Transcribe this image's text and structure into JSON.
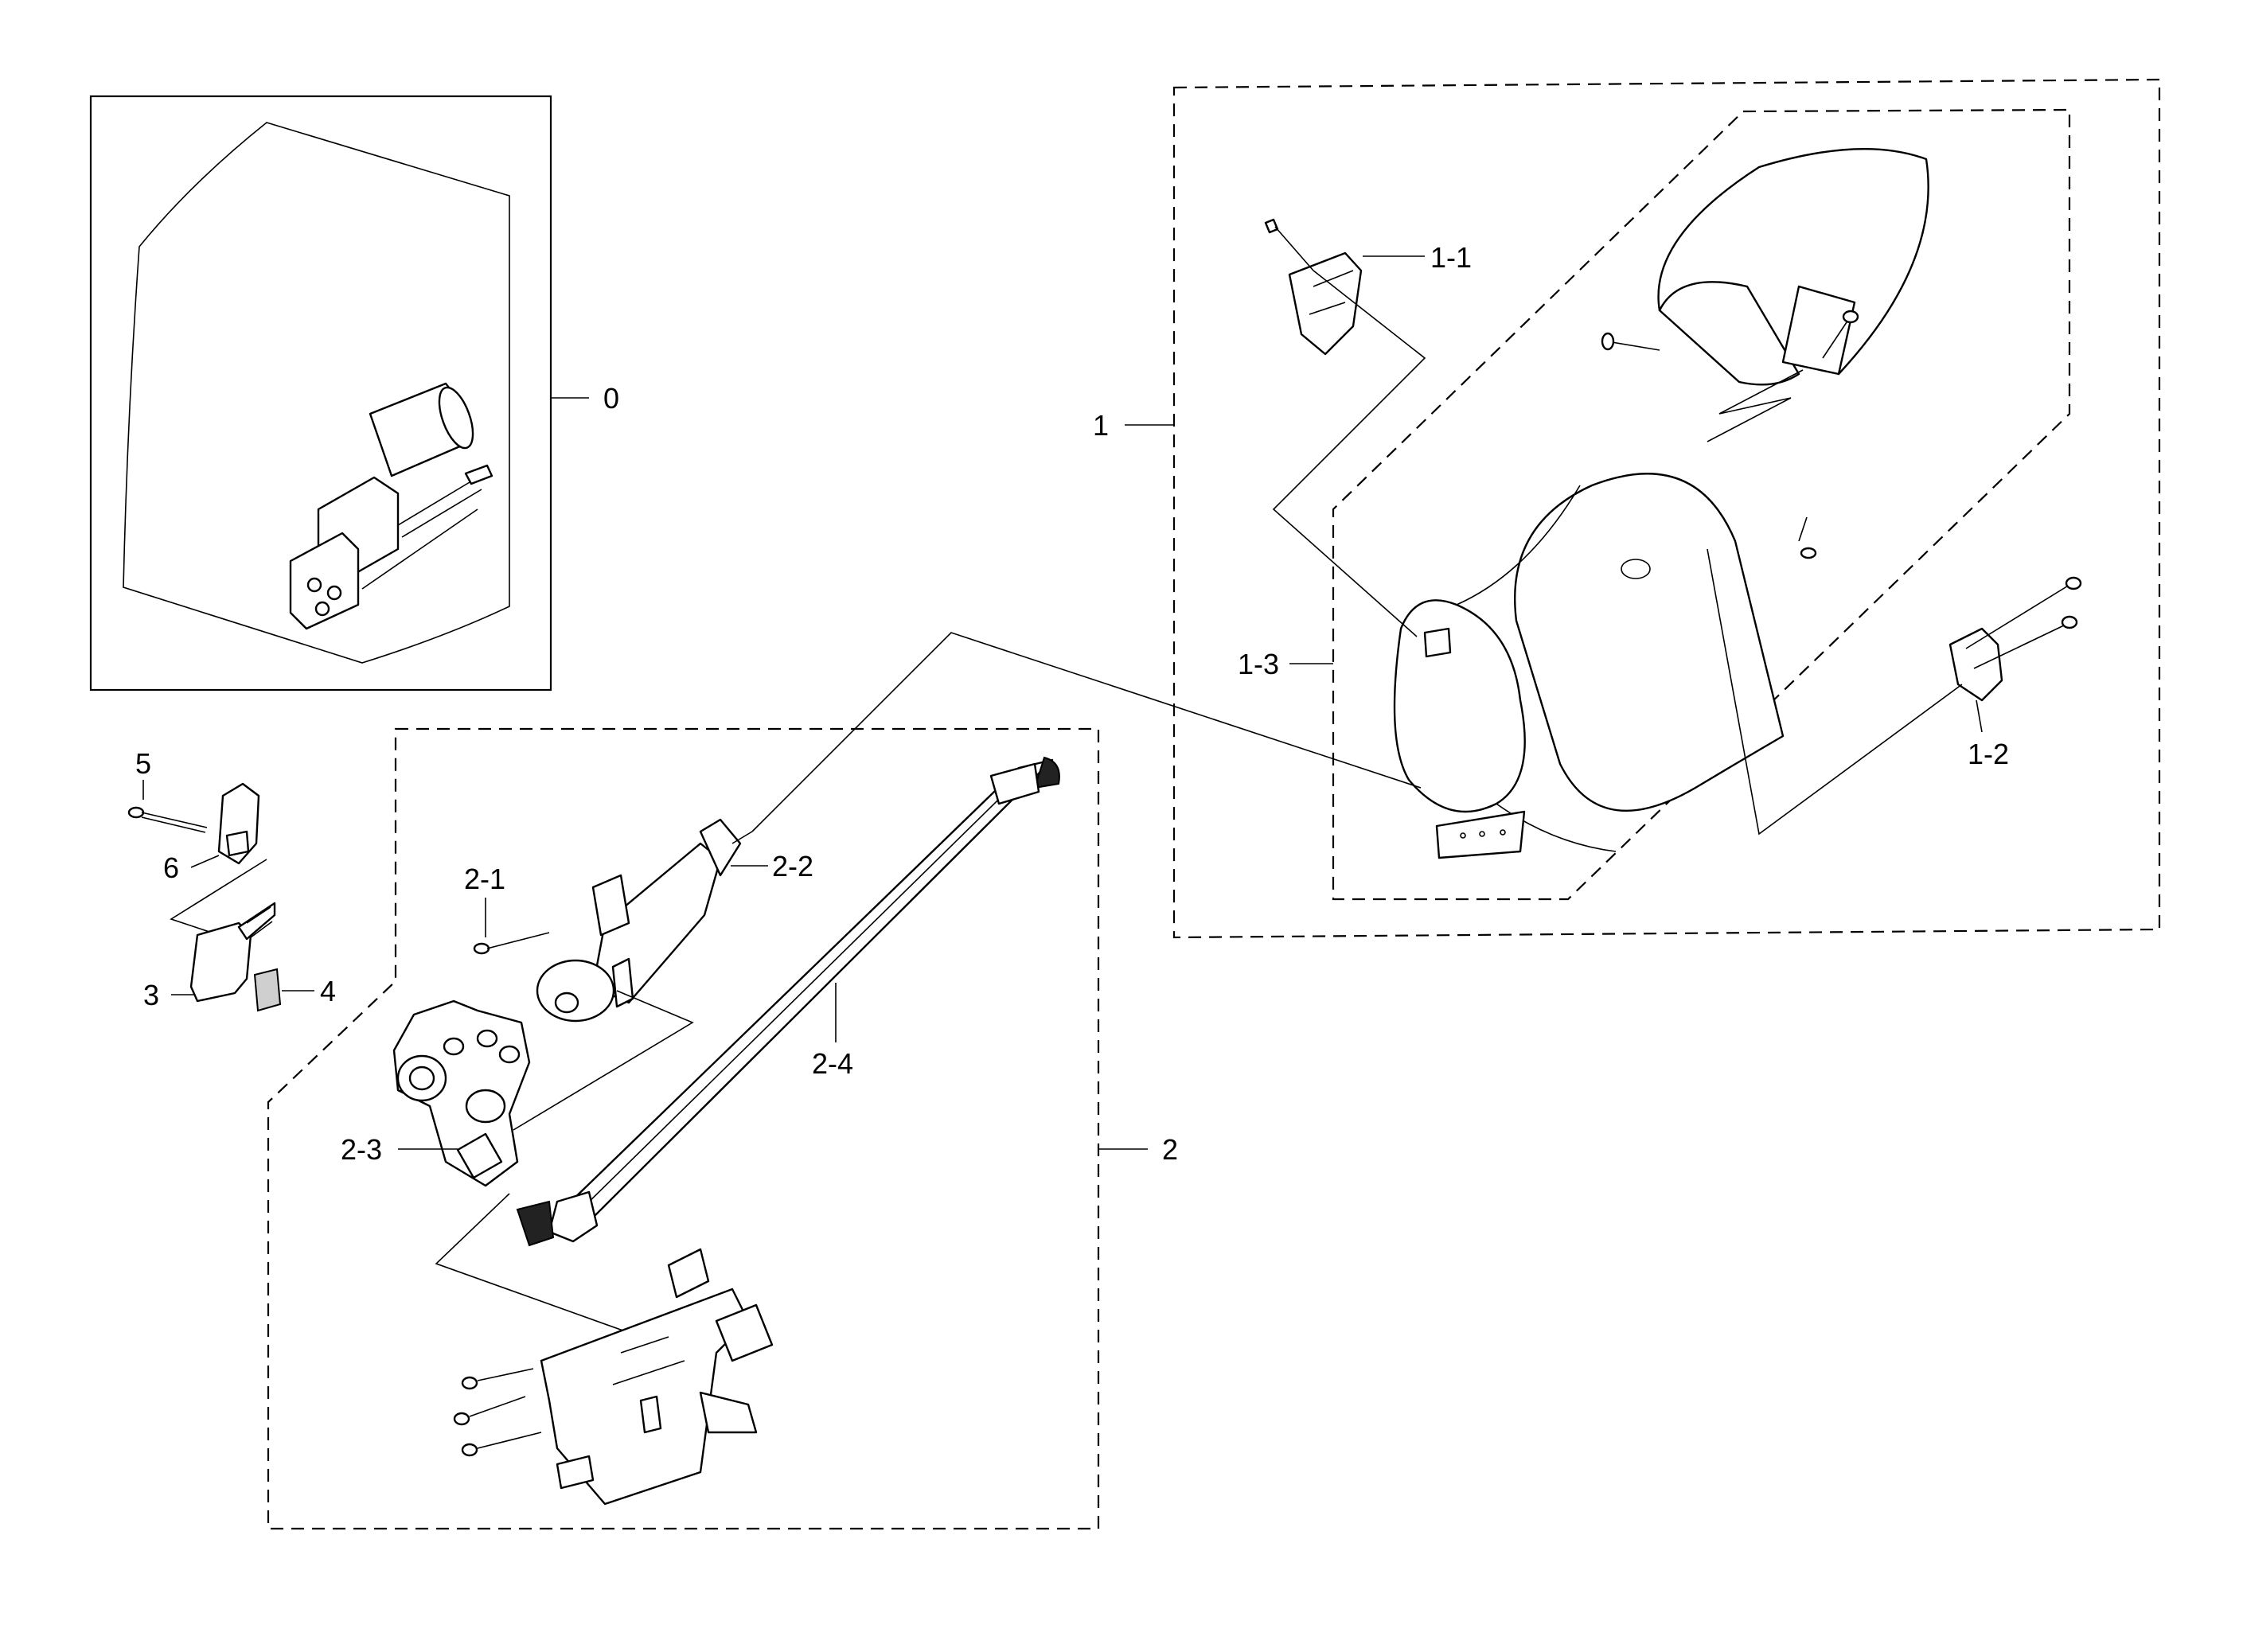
{
  "callouts": {
    "c0": "0",
    "c1": "1",
    "c1_1": "1-1",
    "c1_2": "1-2",
    "c1_3": "1-3",
    "c2": "2",
    "c2_1": "2-1",
    "c2_2": "2-2",
    "c2_3": "2-3",
    "c2_4": "2-4",
    "c3": "3",
    "c4": "4",
    "c5": "5",
    "c6": "6"
  }
}
